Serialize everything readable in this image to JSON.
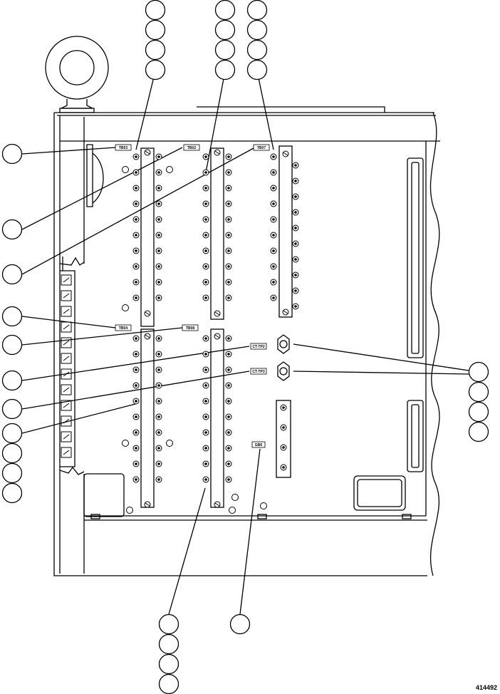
{
  "figure": {
    "id": "414492"
  },
  "labels": {
    "tb1": "TB03",
    "tb2": "TB02",
    "tb3": "TB07",
    "tb4": "TB04",
    "tb5": "TB08",
    "tb6": "CT-TP2",
    "tb7": "CT-TP3",
    "tb8": "GB6"
  },
  "callout_groups": {
    "top_left_stack": 4,
    "top_middle_stack": 4,
    "top_right_stack": 4,
    "left_side_circles": 10,
    "right_side_stack": 4,
    "bottom_left_stack": 4,
    "bottom_right_single": 1
  }
}
